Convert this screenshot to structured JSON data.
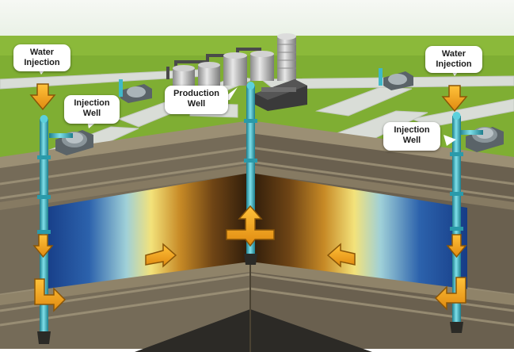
{
  "labels": {
    "water_injection_left": [
      "Water",
      "Injection"
    ],
    "injection_well_left": [
      "Injection",
      "Well"
    ],
    "production_well": [
      "Production",
      "Well"
    ],
    "water_injection_right": [
      "Water",
      "Injection"
    ],
    "injection_well_right": [
      "Injection",
      "Well"
    ]
  },
  "colors": {
    "sky": "#e6f0e8",
    "grass": "#7fae33",
    "road": "#d8dcd6",
    "soil": "#6f6553",
    "water_zone": "#1f4fa0",
    "oil_zone": "#3a2410",
    "pipe": "#3fb8c8",
    "arrow": "#f0a820"
  }
}
